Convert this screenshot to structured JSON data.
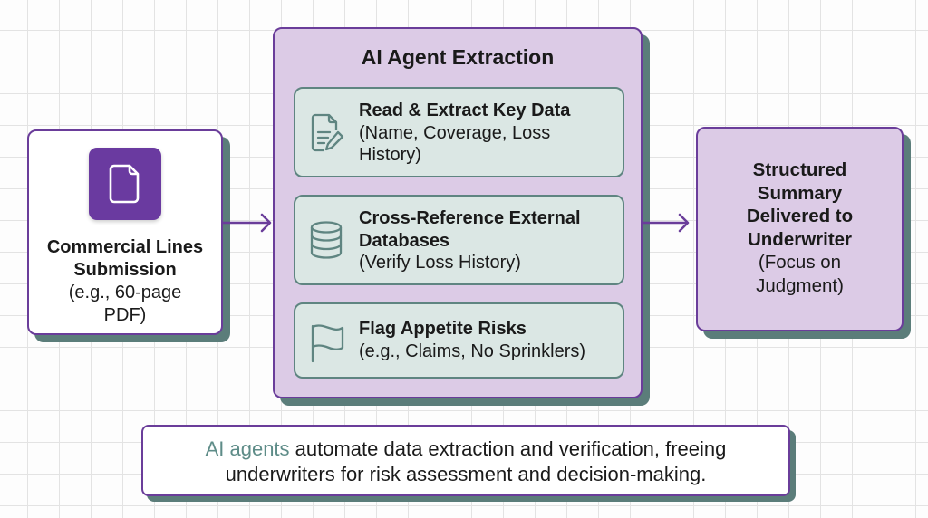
{
  "colors": {
    "primary_purple": "#6a3d9a",
    "panel_lavender": "#dccbe6",
    "step_teal_bg": "#dbe7e4",
    "step_teal_border": "#5f8581",
    "shadow_teal": "#5b7d7a",
    "highlight_teal": "#5e8c88"
  },
  "input": {
    "icon": "document-icon",
    "title_line1": "Commercial Lines",
    "title_line2": "Submission",
    "detail_line1": "(e.g., 60-page",
    "detail_line2": "PDF)"
  },
  "agent": {
    "title": "AI Agent Extraction",
    "steps": [
      {
        "icon": "document-edit-icon",
        "title": "Read & Extract Key Data",
        "detail": "(Name, Coverage, Loss History)"
      },
      {
        "icon": "database-icon",
        "title": "Cross-Reference External Databases",
        "detail": "(Verify Loss History)"
      },
      {
        "icon": "flag-icon",
        "title": "Flag Appetite Risks",
        "detail": "(e.g., Claims, No Sprinklers)"
      }
    ]
  },
  "output": {
    "title_lines": [
      "Structured",
      "Summary",
      "Delivered to",
      "Underwriter"
    ],
    "detail_lines": [
      "(Focus on",
      "Judgment)"
    ]
  },
  "note": {
    "highlight": "AI agents",
    "text_rest": " automate data extraction and verification, freeing",
    "line2": "underwriters for risk assessment and decision-making."
  }
}
